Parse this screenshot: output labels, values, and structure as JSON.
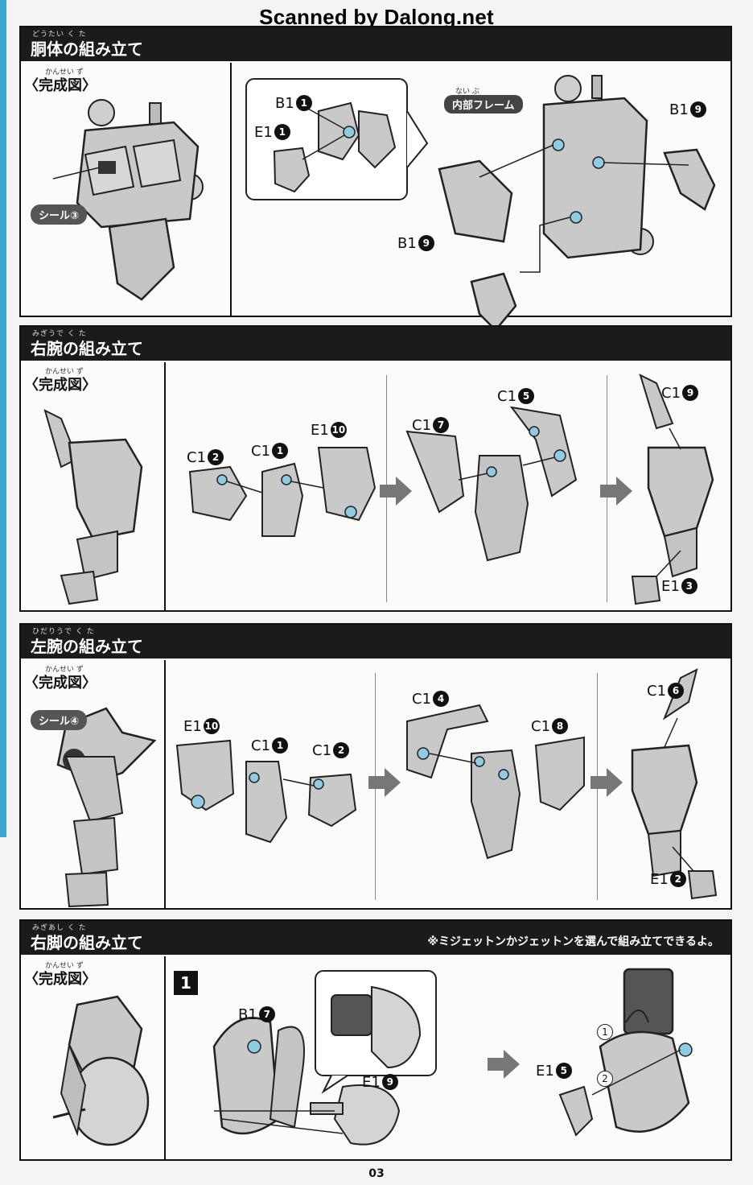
{
  "watermark": "Scanned by Dalong.net",
  "sections": [
    {
      "title": "胴体の組み立て",
      "ruby": "どうたい    く  た"
    },
    {
      "title": "右腕の組み立て",
      "ruby": "みぎうで    く  た"
    },
    {
      "title": "左腕の組み立て",
      "ruby": "ひだりうで   く  た"
    },
    {
      "title": "右脚の組み立て",
      "ruby": "みぎあし    く  た",
      "note": "※ミジェットンかジェットンを選んで組み立てできるよ。"
    }
  ],
  "completed_label": "〈完成図〉",
  "completed_ruby": "かんせい ず",
  "torso": {
    "seal": "シール③",
    "inner_frame": "内部フレーム",
    "inner_frame_ruby": "ない ぶ",
    "parts": [
      {
        "code": "B1",
        "num": "1"
      },
      {
        "code": "E1",
        "num": "1"
      },
      {
        "code": "B1",
        "num": "9"
      },
      {
        "code": "B1",
        "num": "9"
      }
    ]
  },
  "right_arm": {
    "parts": [
      {
        "code": "C1",
        "num": "2"
      },
      {
        "code": "C1",
        "num": "1"
      },
      {
        "code": "E1",
        "num": "10"
      },
      {
        "code": "C1",
        "num": "7"
      },
      {
        "code": "C1",
        "num": "5"
      },
      {
        "code": "C1",
        "num": "9"
      },
      {
        "code": "E1",
        "num": "3"
      }
    ]
  },
  "left_arm": {
    "seal": "シール④",
    "parts": [
      {
        "code": "E1",
        "num": "10"
      },
      {
        "code": "C1",
        "num": "1"
      },
      {
        "code": "C1",
        "num": "2"
      },
      {
        "code": "C1",
        "num": "4"
      },
      {
        "code": "C1",
        "num": "8"
      },
      {
        "code": "C1",
        "num": "6"
      },
      {
        "code": "E1",
        "num": "2"
      }
    ]
  },
  "right_leg": {
    "step": "1",
    "parts": [
      {
        "code": "B1",
        "num": "7"
      },
      {
        "code": "E1",
        "num": "9"
      },
      {
        "code": "E1",
        "num": "5"
      }
    ],
    "callouts": [
      "1",
      "2"
    ]
  },
  "page_number": "03",
  "colors": {
    "header": "#1b1b1b",
    "accent": "#3aa6cf",
    "part_fill": "#c9c9c9"
  }
}
